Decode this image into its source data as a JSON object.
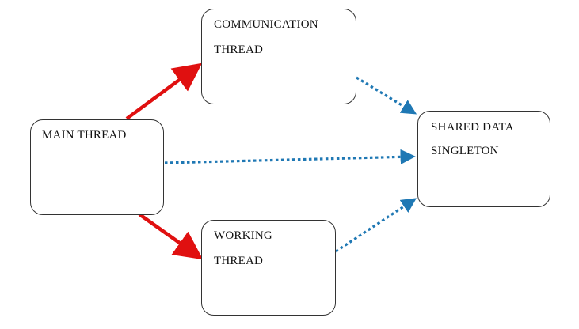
{
  "diagram": {
    "nodes": {
      "main": {
        "lines": [
          "MAIN THREAD"
        ]
      },
      "communication": {
        "lines": [
          "COMMUNICATION",
          "THREAD"
        ]
      },
      "working": {
        "lines": [
          "WORKING",
          "THREAD"
        ]
      },
      "shared": {
        "lines": [
          "SHARED DATA",
          "SINGLETON"
        ]
      }
    },
    "edges": [
      {
        "from": "main",
        "to": "communication",
        "style": "solid",
        "color": "#e01010"
      },
      {
        "from": "main",
        "to": "working",
        "style": "solid",
        "color": "#e01010"
      },
      {
        "from": "communication",
        "to": "shared",
        "style": "dotted",
        "color": "#1f78b4"
      },
      {
        "from": "main",
        "to": "shared",
        "style": "dotted",
        "color": "#1f78b4"
      },
      {
        "from": "working",
        "to": "shared",
        "style": "dotted",
        "color": "#1f78b4"
      }
    ]
  }
}
